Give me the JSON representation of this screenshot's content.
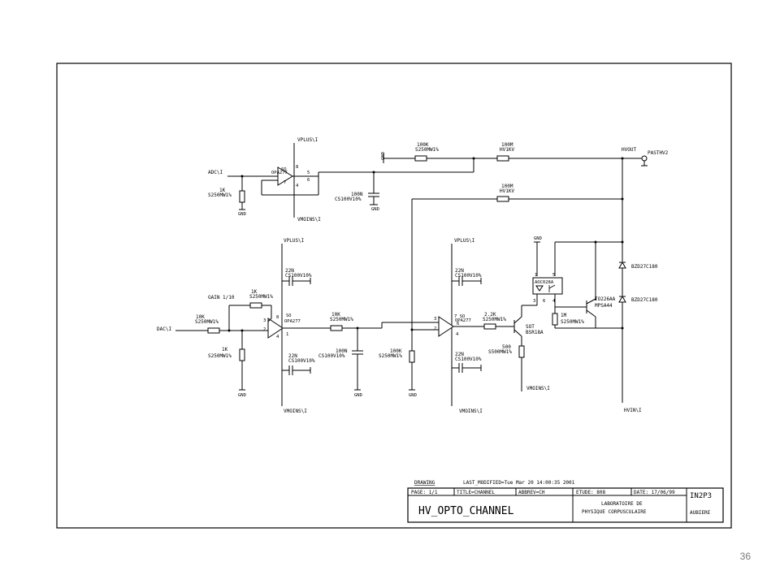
{
  "schematic": {
    "labels": {
      "vplus_top": "VPLUS\\I",
      "vmoins_top": "VMOINS\\I",
      "adc_in": "ADC\\I",
      "r_adc_val": "1K",
      "r_adc_type": "S250MW1%",
      "gnd": "GND",
      "u1_name": "SO",
      "u1_part": "OPA277",
      "u1_pin8": "8",
      "u1_pin5": "5",
      "u1_pin6": "6",
      "u1_pin7": "7",
      "u1_pin4": "4",
      "c_top_val": "100N",
      "c_top_type": "CS100V10%",
      "r100k_top_val": "100K",
      "r100k_top_type": "S250MW1%",
      "r100m_top_val": "100M",
      "r100m_top_type": "HV1KV",
      "hvout": "HVOUT",
      "pasthv2": "PASTHV2",
      "r100m_mid_val": "100M",
      "r100m_mid_type": "HV1KV",
      "vplus_l": "VPLUS\\I",
      "vplus_m": "VPLUS\\I",
      "c22n_1_val": "22N",
      "c22n_1_type": "CS100V10%",
      "c22n_2_val": "22N",
      "c22n_2_type": "CS100V10%",
      "c22n_3_val": "22N",
      "c22n_3_type": "CS100V10%",
      "c22n_4_val": "22N",
      "c22n_4_type": "CS100V10%",
      "gain": "GAIN 1/10",
      "r1k_gain_val": "1K",
      "r1k_gain_type": "S250MW1%",
      "r10k_in_val": "10K",
      "r10k_in_type": "S250MW1%",
      "dac_in": "DAC\\I",
      "r1k_bot_val": "1K",
      "r1k_bot_type": "S250MW1%",
      "u2_name": "SO",
      "u2_part": "OPA277",
      "u2_pin3": "3",
      "u2_pin2": "2",
      "u2_pin8": "8",
      "u2_pin1": "1",
      "u2_pin4": "4",
      "r10k_mid_val": "10K",
      "r10k_mid_type": "S250MW1%",
      "c100n_mid_val": "100N",
      "c100n_mid_type": "CS100V10%",
      "r100k_mid_val": "100K",
      "r100k_mid_type": "S250MW1%",
      "u3_name": "7 SO",
      "u3_part": "OPA277",
      "u3_pin3": "3",
      "u3_pin2": "2",
      "u3_pin6": "6",
      "u3_pin4": "4",
      "r22k_val": "2.2K",
      "r22k_type": "S250MW1%",
      "q1_name": "SOT",
      "q1_part": "BSR18A",
      "r500_val": "500",
      "r500_type": "S500MW1%",
      "opto_part": "AOC028A",
      "opto_pin1": "1",
      "opto_pin5": "5",
      "opto_pin3": "3",
      "opto_pin6": "6",
      "opto_pin4": "4",
      "q2_name": "TO226AA",
      "q2_part": "MPSA44",
      "r1m_val": "1M",
      "r1m_type": "S250MW1%",
      "z1": "BZD27C180",
      "z2": "BZD27C180",
      "vmoins_l": "VMOINS\\I",
      "vmoins_m": "VMOINS\\I",
      "vmoins_q": "VMOINS\\I",
      "hvin": "HVIN\\I"
    },
    "title_block": {
      "drawing": "DRAWING",
      "last_modified": "LAST_MODIFIED=Tue Mar 20 14:00:35 2001",
      "page": "PAGE: 1/1",
      "title": "TITLE=CHANNEL",
      "abbrev": "ABBREV=CH",
      "etude": "ETUDE: 808",
      "date": "DATE: 17/06/99",
      "org": "IN2P3",
      "name": "HV_OPTO_CHANNEL",
      "lab1": "LABORATOIRE DE",
      "lab2": "PHYSIQUE CORPUSCULAIRE",
      "city": "AUBIERE"
    }
  },
  "page_number": "36"
}
